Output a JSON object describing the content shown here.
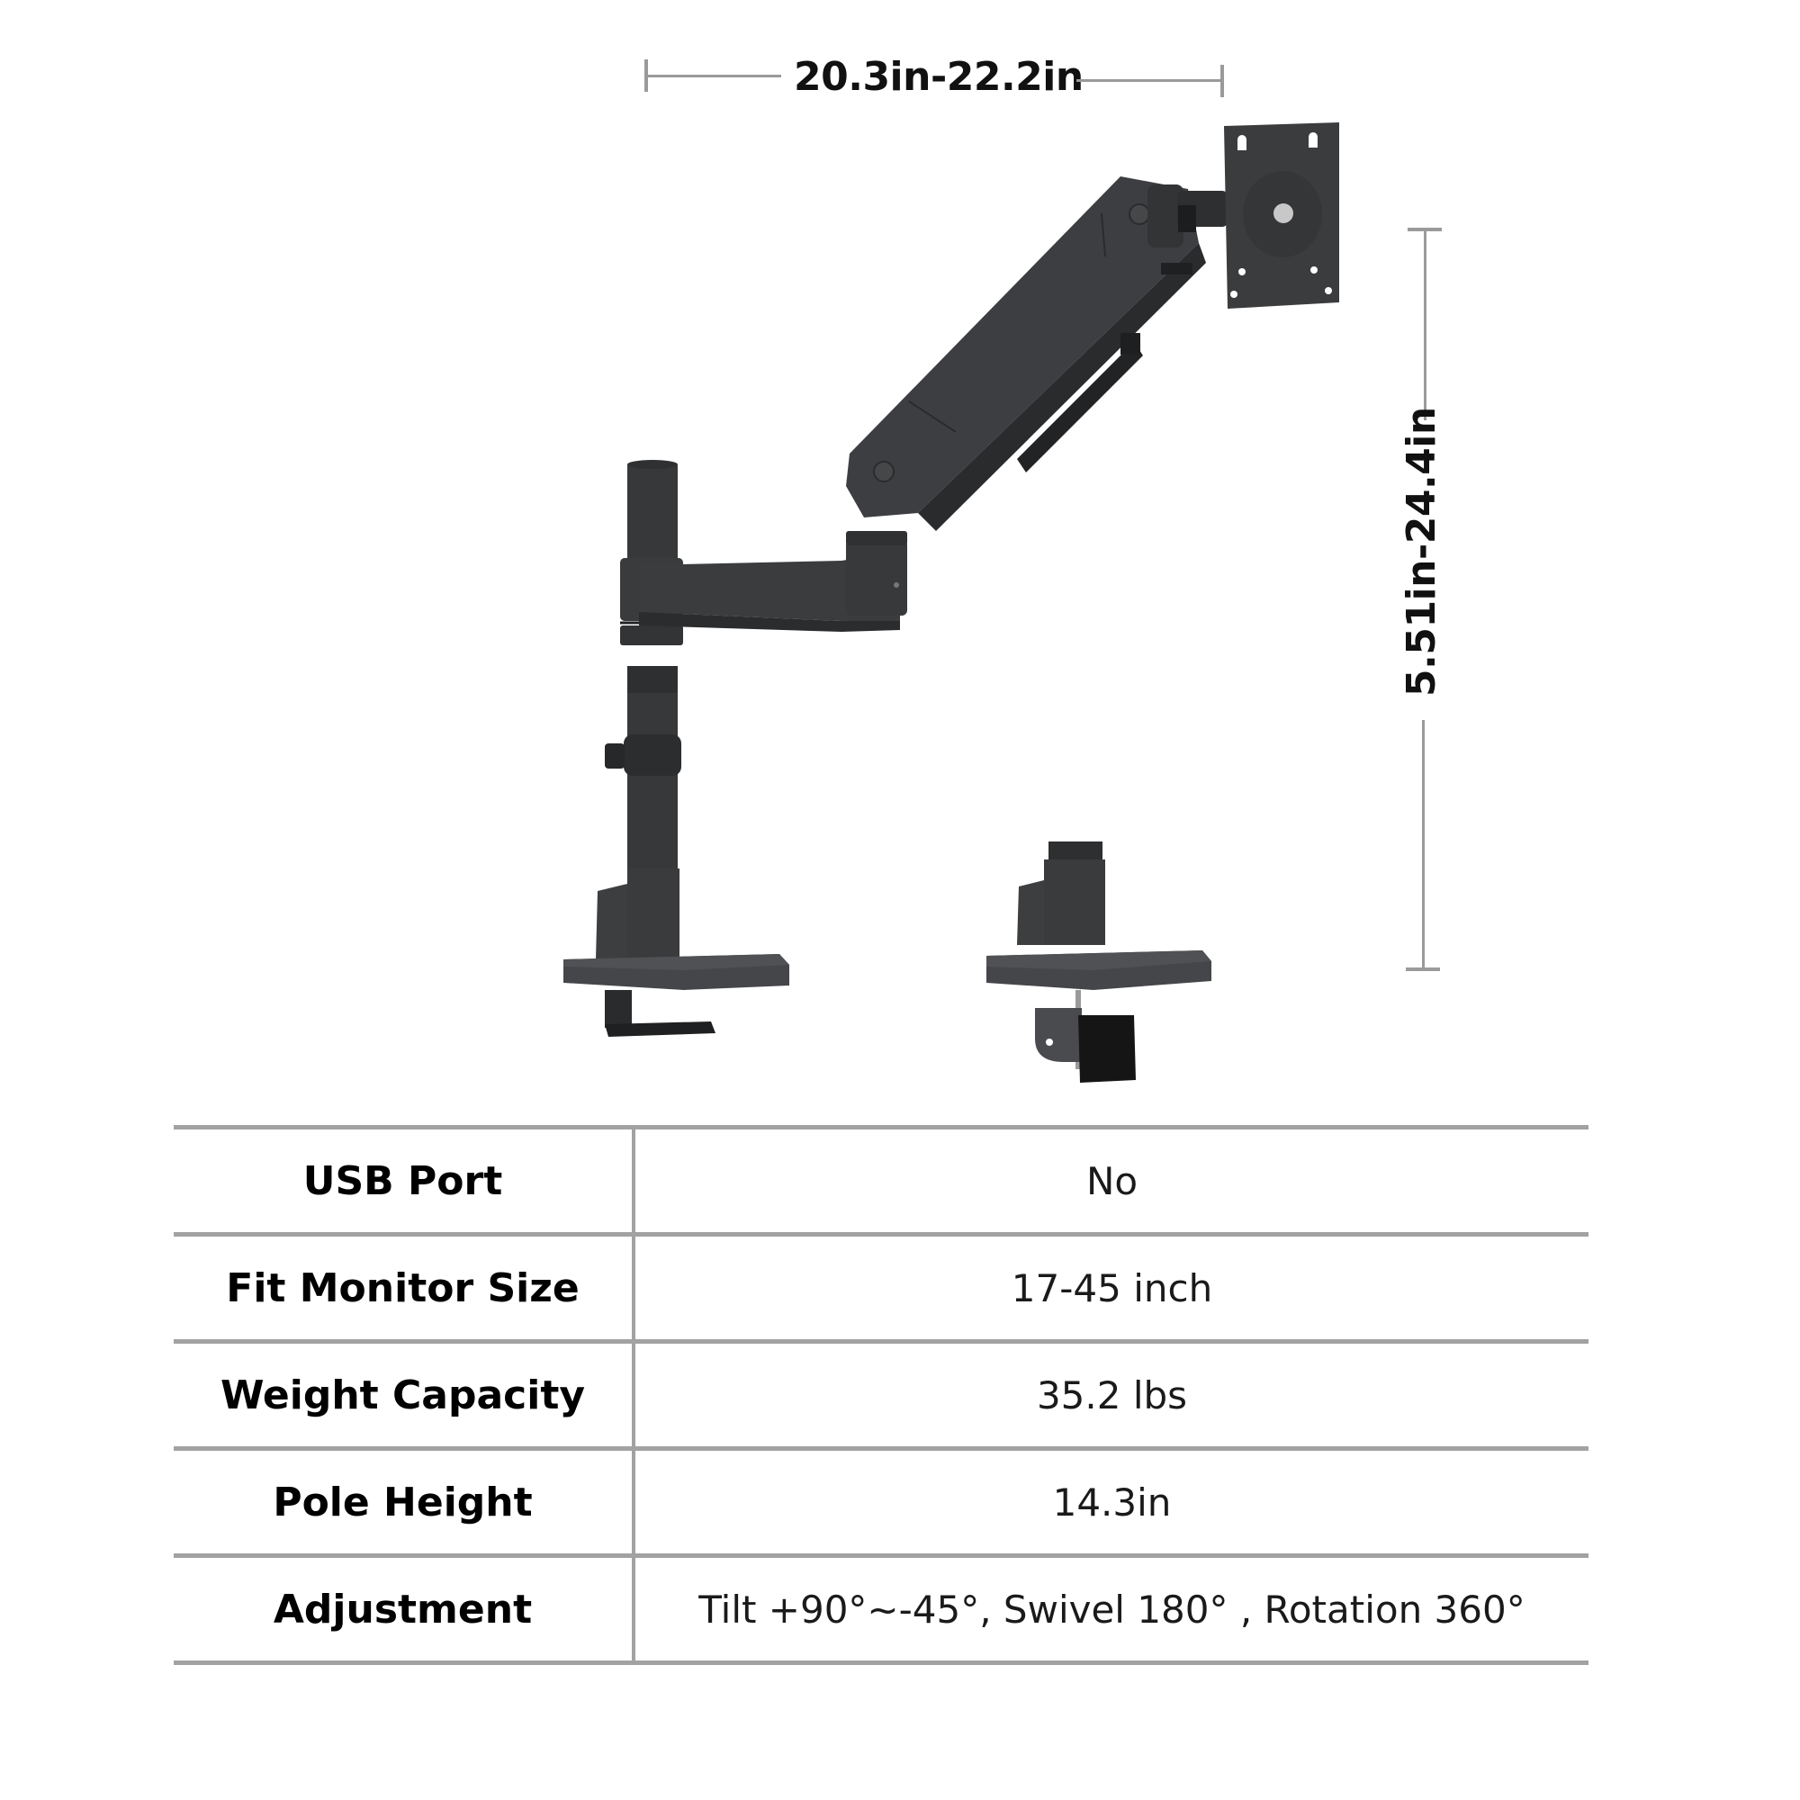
{
  "dimensions": {
    "arm_reach": "20.3in-22.2in",
    "height_range": "5.51in-24.4in"
  },
  "figure": {
    "subject": "single monitor arm with gas spring, pole mount, C-clamp base and grommet base",
    "colors": {
      "arm_body": "#3a3b3d",
      "arm_shadow": "#2b2c2e",
      "arm_highlight": "#4a4b4e",
      "dimension_line": "#9a9a9a",
      "table_rule": "#a2a2a2"
    }
  },
  "specs": {
    "rows": [
      {
        "label": "USB Port",
        "value": "No"
      },
      {
        "label": "Fit Monitor Size",
        "value": "17-45 inch"
      },
      {
        "label": "Weight Capacity",
        "value": "35.2 lbs"
      },
      {
        "label": "Pole Height",
        "value": "14.3in"
      },
      {
        "label": "Adjustment",
        "value": "Tilt +90°~-45°, Swivel 180° , Rotation 360°"
      }
    ]
  }
}
